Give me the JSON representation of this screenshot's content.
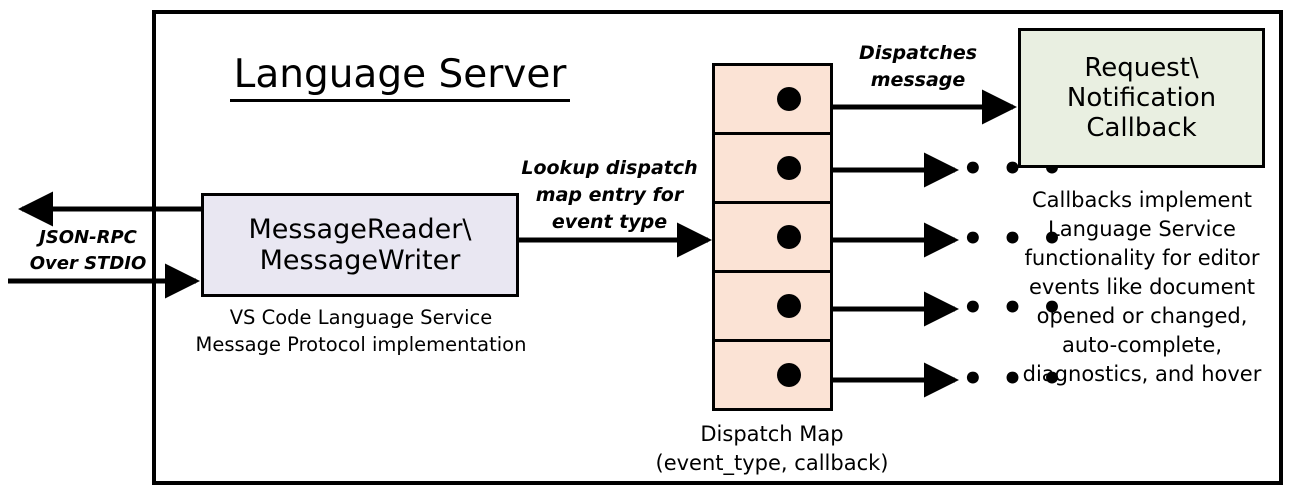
{
  "diagram": {
    "title": "Language Server",
    "frame_label": "Language Server"
  },
  "message_rw": {
    "line1": "MessageReader\\",
    "line2": "MessageWriter",
    "caption_line1": "VS Code Language Service",
    "caption_line2": "Message Protocol implementation",
    "fill_color": "#E9E7F2"
  },
  "transport": {
    "label_line1": "JSON-RPC",
    "label_line2": "Over STDIO"
  },
  "lookup": {
    "label_line1": "Lookup dispatch",
    "label_line2": "map entry for",
    "label_line3": "event type"
  },
  "dispatches": {
    "label_line1": "Dispatches",
    "label_line2": "message"
  },
  "dispatch_map": {
    "caption_line1": "Dispatch Map",
    "caption_line2": "(event_type, callback)",
    "fill_color": "#FBE3D5",
    "rows": [
      {
        "id": "row-1"
      },
      {
        "id": "row-2"
      },
      {
        "id": "row-3"
      },
      {
        "id": "row-4"
      },
      {
        "id": "row-5"
      }
    ]
  },
  "callback": {
    "line1": "Request\\",
    "line2": "Notification",
    "line3": "Callback",
    "fill_color": "#E9EFE1",
    "caption_line1": "Callbacks implement",
    "caption_line2": "Language Service",
    "caption_line3": "functionality for editor",
    "caption_line4": "events like document",
    "caption_line5": "opened or changed,",
    "caption_line6": "auto-complete,",
    "caption_line7": "diagnostics, and hover"
  },
  "ellipsis": {
    "glyph": "• • •"
  }
}
